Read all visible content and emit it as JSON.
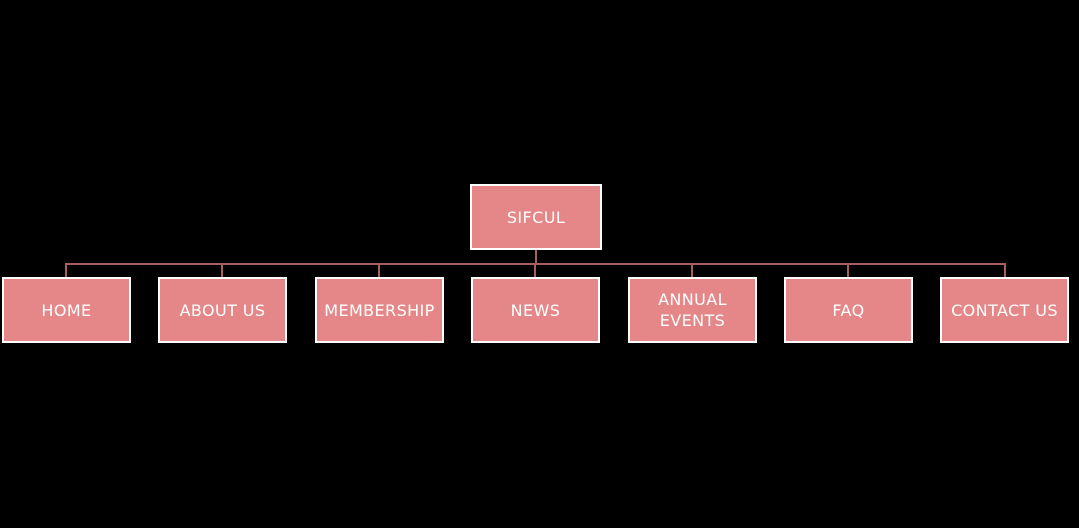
{
  "diagram": {
    "kind": "sitemap-org-chart",
    "root": {
      "label": "SIFCUL"
    },
    "children": [
      {
        "label": "HOME"
      },
      {
        "label": "ABOUT US"
      },
      {
        "label": "MEMBERSHIP"
      },
      {
        "label": "NEWS"
      },
      {
        "label": "ANNUAL EVENTS"
      },
      {
        "label": "FAQ"
      },
      {
        "label": "CONTACT US"
      }
    ],
    "colors": {
      "background": "#000000",
      "node_fill": "#e58788",
      "node_border": "#ffffff",
      "connector": "#aa5f5f",
      "text": "#ffffff"
    }
  }
}
